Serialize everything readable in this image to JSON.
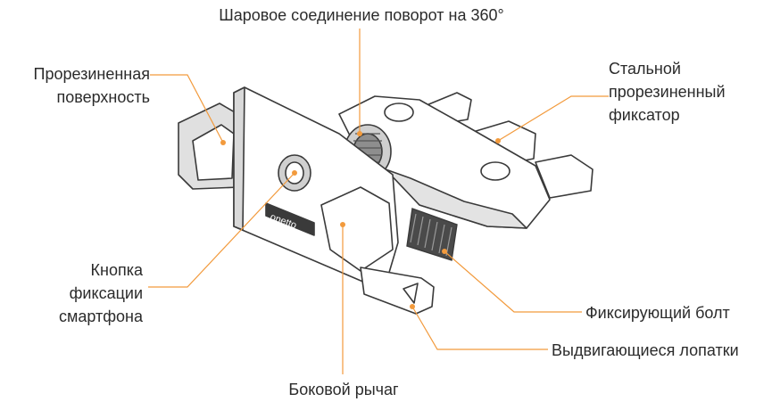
{
  "labels": {
    "ball_joint": "Шаровое соединение поворот на 360°",
    "rubber_surface": [
      "Прорезиненная",
      "поверхность"
    ],
    "steel_clamp": [
      "Стальной",
      "прорезиненный",
      "фиксатор"
    ],
    "phone_button": [
      "Кнопка",
      "фиксации",
      "смартфона"
    ],
    "fixing_bolt": "Фиксирующий болт",
    "sliding_blades": "Выдвигающиеся лопатки",
    "side_lever": "Боковой рычаг"
  },
  "device_logo": "onetto",
  "colors": {
    "leader": "#f29a3c",
    "outline": "#3a3a3a",
    "body": "#ffffff",
    "shade": "#d9d9d9",
    "dark": "#4a4a4a"
  }
}
